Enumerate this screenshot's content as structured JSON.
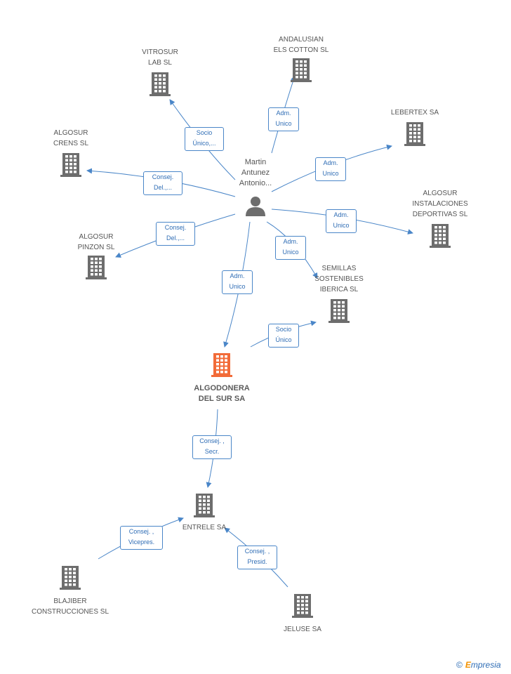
{
  "person": {
    "name": "Martin\nAntunez\nAntonio..."
  },
  "companies": {
    "vitrosur": "VITROSUR\nLAB SL",
    "andalusian": "ANDALUSIAN\nELS COTTON SL",
    "lebertex": "LEBERTEX SA",
    "algosur_crens": "ALGOSUR\nCRENS  SL",
    "algosur_instalaciones": "ALGOSUR\nINSTALACIONES\nDEPORTIVAS  SL",
    "algosur_pinzon": "ALGOSUR\nPINZON SL",
    "semillas": "SEMILLAS\nSOSTENIBLES\nIBERICA SL",
    "algodonera": "ALGODONERA\nDEL SUR SA",
    "entrele": "ENTRELE SA",
    "blajiber": "BLAJIBER\nCONSTRUCCIONES SL",
    "jeluse": "JELUSE SA"
  },
  "relations": {
    "vitrosur": "Socio\nÚnico,...",
    "andalusian": "Adm.\nUnico",
    "lebertex": "Adm.\nUnico",
    "crens": "Consej.\nDel.,...",
    "instalaciones": "Adm.\nUnico",
    "pinzon": "Consej.\nDel.,...",
    "semillas": "Adm.\nUnico",
    "algodonera": "Adm.\nUnico",
    "algodonera_semillas": "Socio\nÚnico",
    "algodonera_entrele": "Consej. ,\nSecr.",
    "blajiber_entrele": "Consej. ,\nVicepres.",
    "jeluse_entrele": "Consej. ,\nPresid."
  },
  "colors": {
    "edge": "#4a86c8",
    "building": "#6d6d6d",
    "main_building": "#f26b38"
  },
  "brand": {
    "copyright": "©",
    "e": "E",
    "name": "mpresia"
  }
}
